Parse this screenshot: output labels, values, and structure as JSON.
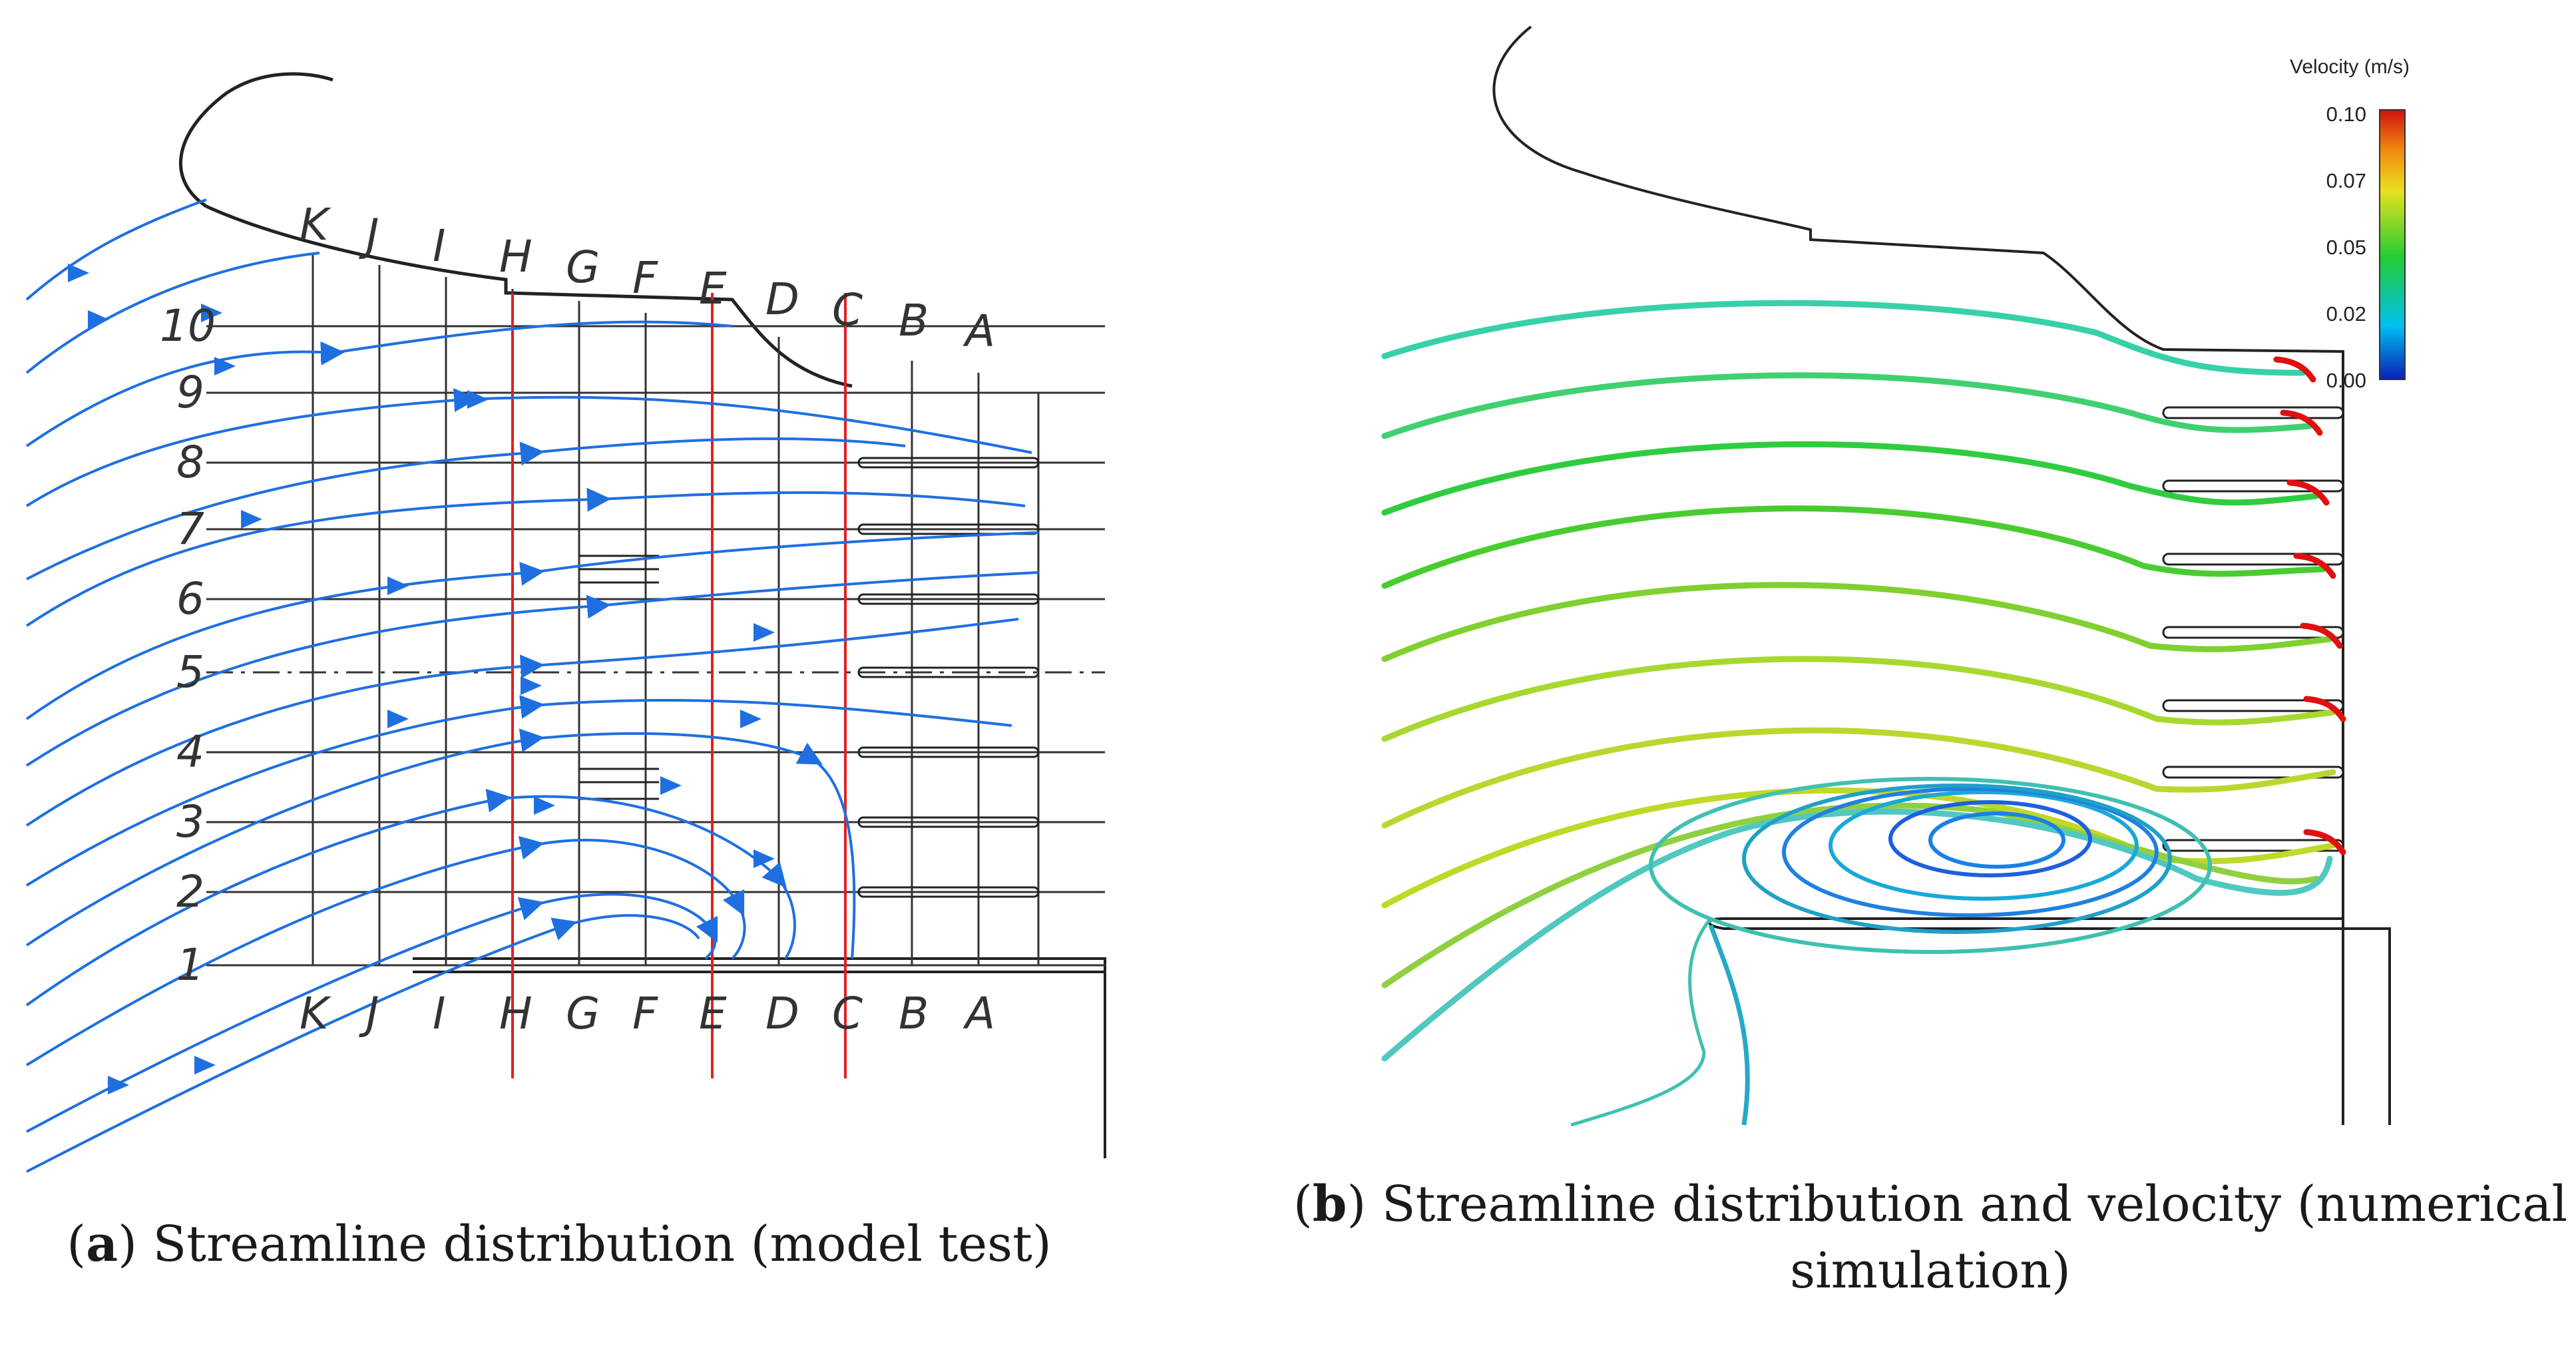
{
  "panel_a": {
    "columns": [
      "K",
      "J",
      "I",
      "H",
      "G",
      "F",
      "E",
      "D",
      "C",
      "B",
      "A"
    ],
    "bottom_columns": [
      "K",
      "J",
      "I",
      "H",
      "G",
      "F",
      "E",
      "D",
      "C",
      "B",
      "A"
    ],
    "rows": [
      "10",
      "9",
      "8",
      "7",
      "6",
      "5",
      "4",
      "3",
      "2",
      "1"
    ],
    "caption_letter": "a",
    "caption_text": " Streamline distribution (model test)",
    "streamline_color": "#1f6fe0",
    "section_line_color": "#e02020"
  },
  "panel_b": {
    "legend": {
      "title": "Velocity (m/s)",
      "ticks": [
        "0.10",
        "0.07",
        "0.05",
        "0.02",
        "0.00"
      ]
    },
    "caption_letter": "b",
    "caption_text": " Streamline distribution and velocity (numerical simulation)",
    "colors": {
      "low": "#0a2bd0",
      "mid": "#22cc22",
      "high": "#e01010"
    }
  }
}
